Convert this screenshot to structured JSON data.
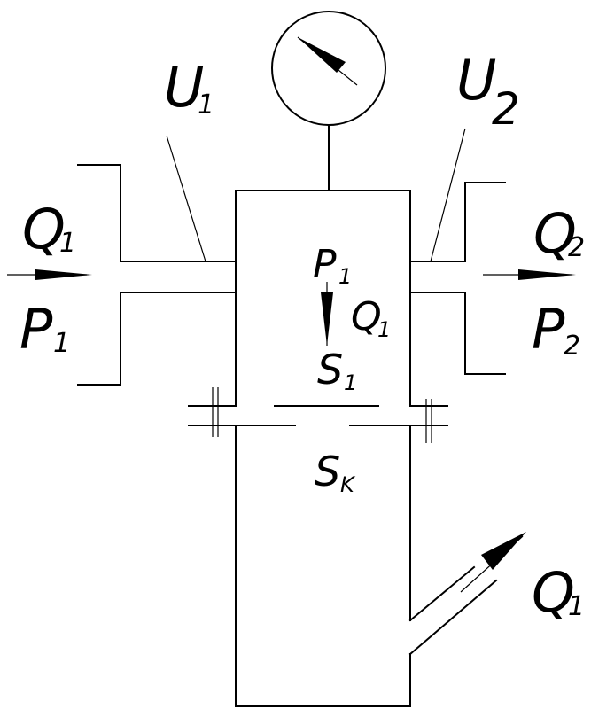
{
  "labels": {
    "u1": "U",
    "u1_sub": "1",
    "u2": "U",
    "u2_sub": "2",
    "q1_in": "Q",
    "q1_in_sub": "1",
    "p1_in": "P",
    "p1_in_sub": "1",
    "q2_out": "Q",
    "q2_out_sub": "2",
    "p2_out": "P",
    "p2_out_sub": "2",
    "p1_inner": "P",
    "p1_inner_sub": "1",
    "q1_inner": "Q",
    "q1_inner_sub": "1",
    "s1": "S",
    "s1_sub": "1",
    "sk": "S",
    "sk_sub": "K",
    "q1_leak": "Q",
    "q1_leak_sub": "1"
  }
}
